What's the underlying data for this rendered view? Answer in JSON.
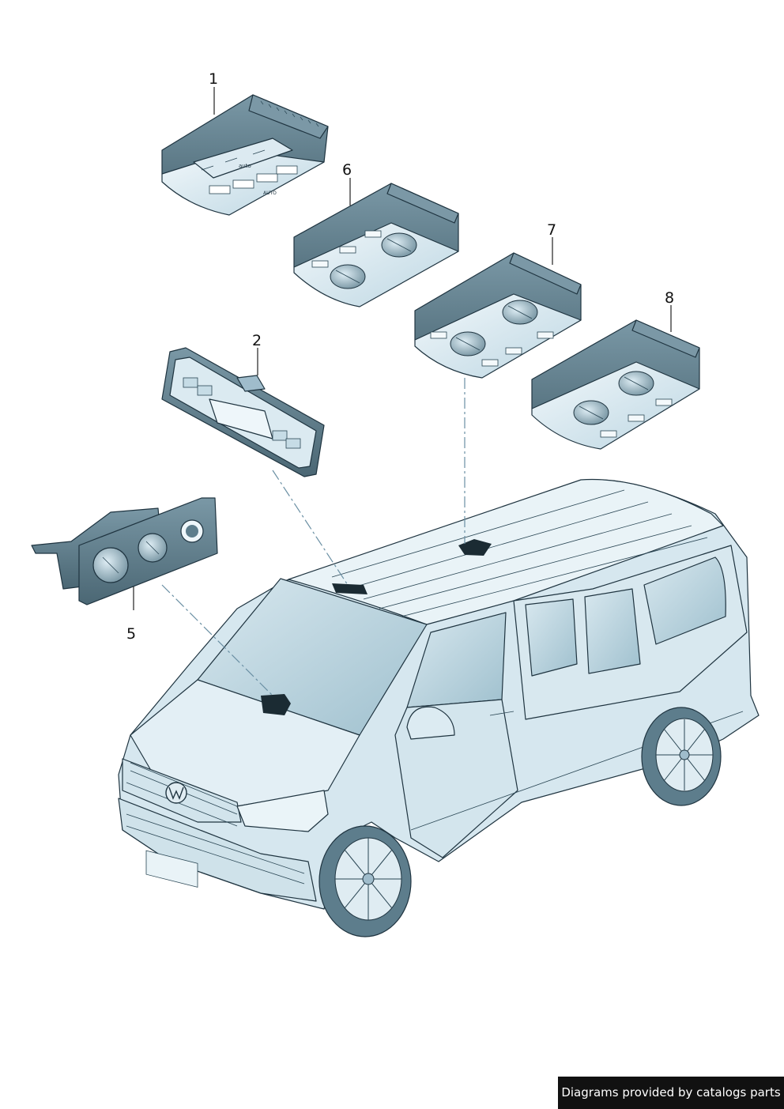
{
  "callouts": {
    "c1": "1",
    "c2": "2",
    "c5": "5",
    "c6": "6",
    "c7": "7",
    "c8": "8"
  },
  "panel_labels": {
    "auto": "AUTO",
    "auto_small": "auto"
  },
  "credit": "Diagrams provided by catalogs parts",
  "colors": {
    "body_light": "#e6f1f6",
    "body_mid": "#c9dfe9",
    "body_dark": "#5d7d8c",
    "outline": "#1f3440",
    "dash": "#6a8fa3"
  }
}
